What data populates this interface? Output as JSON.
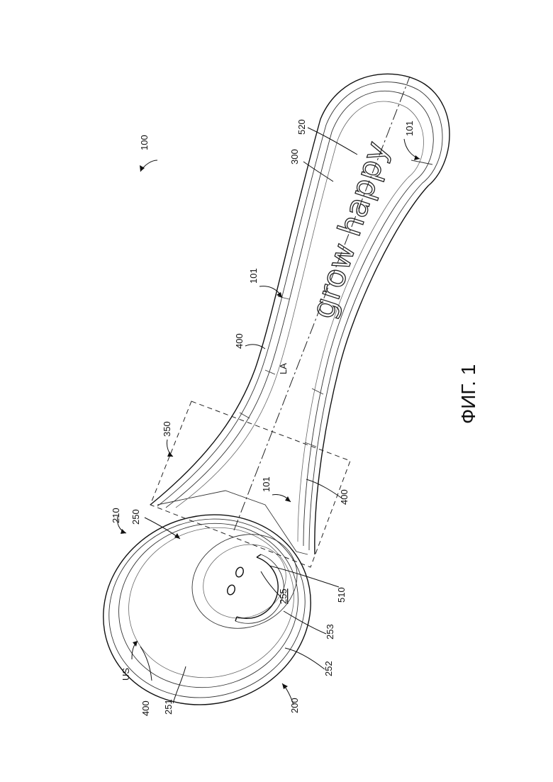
{
  "figure": {
    "caption": "ФИГ. 1",
    "brand_text": "grow happy",
    "axis_label": "LA",
    "surface_label": "US"
  },
  "refs": {
    "r100": "100",
    "r101a": "101",
    "r101b": "101",
    "r101c": "101",
    "r200": "200",
    "r210": "210",
    "r250": "250",
    "r251": "251",
    "r252": "252",
    "r253": "253",
    "r255": "255",
    "r300": "300",
    "r350": "350",
    "r400a": "400",
    "r400b": "400",
    "r400c": "400",
    "r510": "510",
    "r520": "520"
  }
}
